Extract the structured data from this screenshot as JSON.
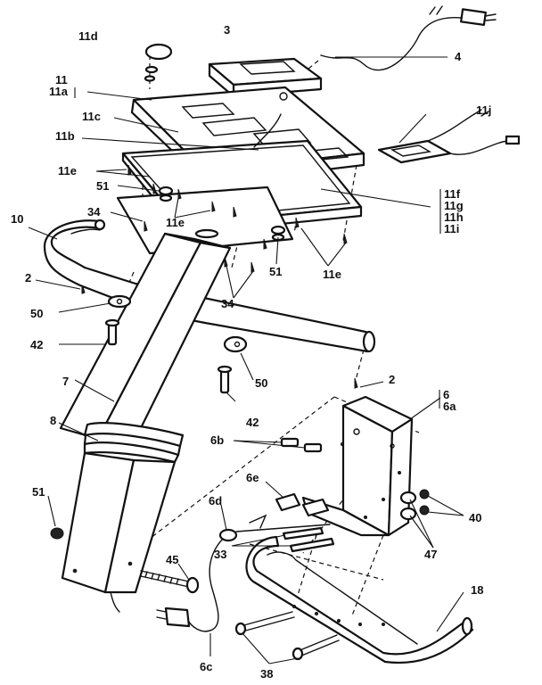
{
  "callouts": {
    "c11d": "11d",
    "c3": "3",
    "c4": "4",
    "c11": "11",
    "c11a": "11a",
    "c11c": "11c",
    "c11j": "11j",
    "c11b": "11b",
    "c11e_a": "11e",
    "c51_a": "51",
    "c11f": "11f",
    "c11g": "11g",
    "c11h": "11h",
    "c11i": "11i",
    "c10": "10",
    "c34_a": "34",
    "c11e_b": "11e",
    "c51_b": "51",
    "c11e_c": "11e",
    "c34_b": "34",
    "c2_a": "2",
    "c50_a": "50",
    "c42_a": "42",
    "c50_b": "50",
    "c2_b": "2",
    "c7": "7",
    "c42_b": "42",
    "c6": "6",
    "c6a": "6a",
    "c8": "8",
    "c6b": "6b",
    "c6e": "6e",
    "c51_c": "51",
    "c6d": "6d",
    "c40": "40",
    "c33": "33",
    "c47": "47",
    "c45": "45",
    "c18": "18",
    "c6c": "6c",
    "c38": "38"
  }
}
